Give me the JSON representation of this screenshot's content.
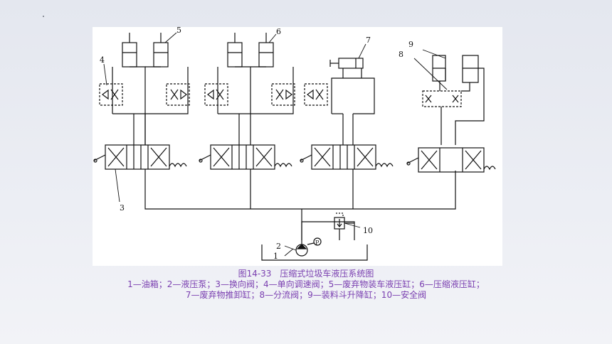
{
  "figure": {
    "title": "图14-33　压缩式垃圾车液压系统图",
    "legend_line1": "1—油箱；2—液压泵；3—换向阀；4—单向调速阀；5—废弃物装车液压缸；6—压缩液压缸；",
    "legend_line2": "7—废弃物推卸缸；8—分流阀；9—装料斗升降缸；10—安全阀",
    "labels": {
      "l1": "1",
      "l2": "2",
      "l3": "3",
      "l4": "4",
      "l5": "5",
      "l6": "6",
      "l7": "7",
      "l8": "8",
      "l9": "9",
      "l10": "10",
      "pressure_gauge": "P"
    }
  }
}
